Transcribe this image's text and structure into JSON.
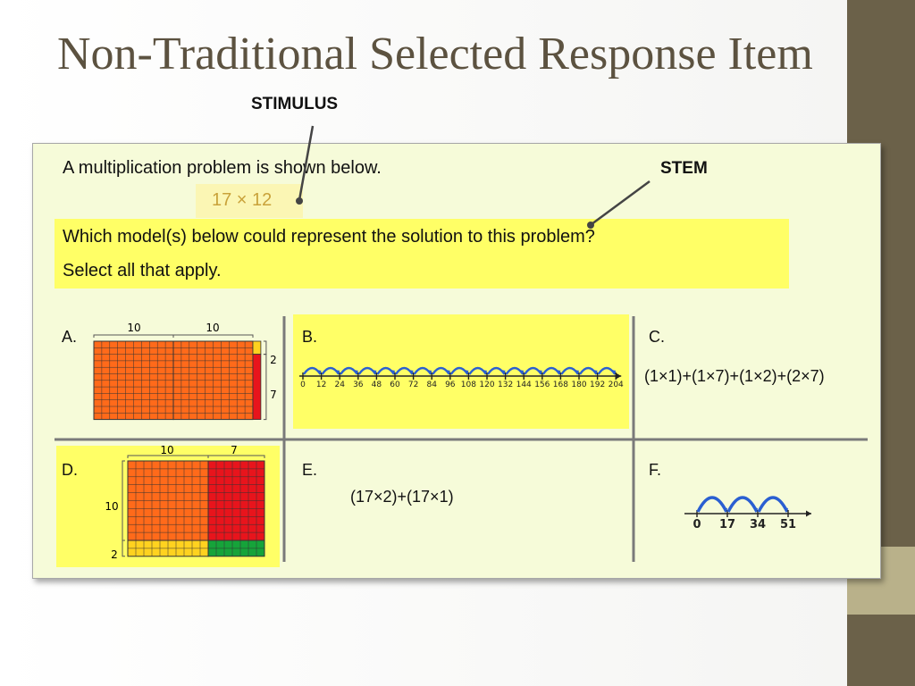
{
  "title": "Non-Traditional Selected Response Item",
  "callouts": {
    "stimulus": "STIMULUS",
    "stem": "STEM"
  },
  "question": {
    "intro": "A multiplication problem is shown below.",
    "expression": "17 × 12",
    "stem_line1": "Which model(s) below could represent the solution to this problem?",
    "stem_line2": "Select all that apply."
  },
  "options": {
    "A": {
      "label": "A.",
      "top_labels": [
        "10",
        "10"
      ],
      "side_labels": [
        "2",
        "7"
      ]
    },
    "B": {
      "label": "B.",
      "ticks": [
        "0",
        "12",
        "24",
        "36",
        "48",
        "60",
        "72",
        "84",
        "96",
        "108",
        "120",
        "132",
        "144",
        "156",
        "168",
        "180",
        "192",
        "204"
      ]
    },
    "C": {
      "label": "C.",
      "expression": "(1×1)+(1×7)+(1×2)+(2×7)"
    },
    "D": {
      "label": "D.",
      "top_labels": [
        "10",
        "7"
      ],
      "side_labels": [
        "10",
        "2"
      ]
    },
    "E": {
      "label": "E.",
      "expression": "(17×2)+(17×1)"
    },
    "F": {
      "label": "F.",
      "ticks": [
        "0",
        "17",
        "34",
        "51"
      ]
    }
  },
  "colors": {
    "highlight": "#ffff66",
    "panel": "#f6fbd9",
    "title": "#5c5240",
    "orange": "#ff6a1a",
    "red": "#e8141c",
    "yellow": "#ffd21f",
    "green": "#16a33a",
    "arc": "#2a5fd1"
  }
}
